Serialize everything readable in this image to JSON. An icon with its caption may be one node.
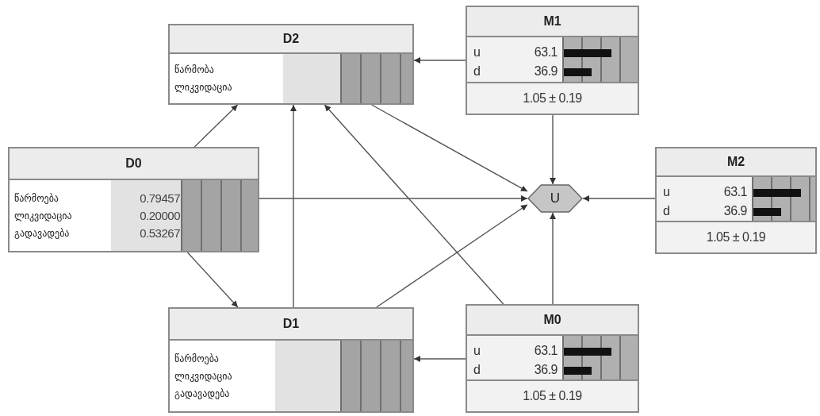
{
  "diagram": {
    "nodes": [
      {
        "text": [
          "D2",
          "წარმობა",
          "ლიკვიდაცია"
        ]
      },
      {
        "text": [
          "M1",
          "u",
          "63.1",
          "d",
          "36.9",
          "1.05 ± 0.19"
        ]
      },
      {
        "text": [
          "D0",
          "წარმოება",
          "ლიკვიდაცია",
          "გადავადება",
          "0.79457",
          "0.20000",
          "0.53267"
        ]
      },
      {
        "text": [
          "U"
        ]
      },
      {
        "text": [
          "M2",
          "u",
          "63.1",
          "d",
          "36.9",
          "1.05 ± 0.19"
        ]
      },
      {
        "text": [
          "D1",
          "წარმოება",
          "ლიკვიდაცია",
          "გადავადება"
        ]
      },
      {
        "text": [
          "M0",
          "u",
          "63.1",
          "d",
          "36.9",
          "1.05 ± 0.19"
        ]
      }
    ],
    "edges": [
      {
        "from": 1,
        "to": 0,
        "arrow": "to"
      },
      {
        "from": 2,
        "to": 0,
        "arrow": "to"
      },
      {
        "from": 5,
        "to": 0,
        "arrow": "to"
      },
      {
        "from": 6,
        "to": 0,
        "arrow": "to"
      },
      {
        "from": 0,
        "to": 3,
        "arrow": "to"
      },
      {
        "from": 1,
        "to": 3,
        "arrow": "to"
      },
      {
        "from": 2,
        "to": 3,
        "arrow": "to"
      },
      {
        "from": 4,
        "to": 3,
        "arrow": "to"
      },
      {
        "from": 5,
        "to": 3,
        "arrow": "to"
      },
      {
        "from": 6,
        "to": 3,
        "arrow": "to"
      },
      {
        "from": 2,
        "to": 5,
        "arrow": "to"
      },
      {
        "from": 6,
        "to": 5,
        "arrow": "to"
      }
    ]
  }
}
